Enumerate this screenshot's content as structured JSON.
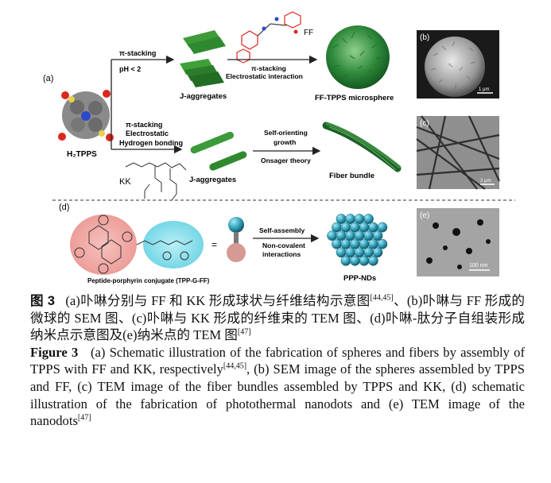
{
  "figure": {
    "panel_a": "(a)",
    "panel_b": "(b)",
    "panel_c": "(c)",
    "panel_d": "(d)",
    "panel_e": "(e)",
    "tpps_label": "H₂TPPS",
    "kk_label": "KK",
    "ff_label": "FF",
    "top_arrow": {
      "line1": "π-stacking",
      "line2": "pH < 2"
    },
    "top_j_label": "J-aggregates",
    "top_arrow2": {
      "line1": "π-stacking",
      "line2": "Electrostatic interaction"
    },
    "microsphere_label": "FF-TPPS microsphere",
    "mid_arrow": {
      "line1": "π-stacking",
      "line2": "Electrostatic",
      "line3": "Hydrogen bonding"
    },
    "mid_j_label": "J-aggregates",
    "mid_arrow2": {
      "line1": "Self-orienting",
      "line2": "growth",
      "line3": "Onsager theory"
    },
    "fiber_label": "Fiber bundle",
    "conjugate_label": "Peptide-porphyrin conjugate (TPP-G-FF)",
    "equals": "=",
    "bottom_arrow": {
      "line1": "Self-assembly",
      "line2": "Non-covalent",
      "line3": "interactions"
    },
    "nd_label": "PPP-NDs",
    "scale_b": "1 μm",
    "scale_c": "2 μm",
    "scale_e": "100 nm"
  },
  "caption": {
    "zh_label": "图 3",
    "zh_text_1": "(a)卟啉分别与 FF 和 KK 形成球状与纤维结构示意图",
    "zh_ref_1": "[44,45]",
    "zh_text_2": "、(b)卟啉与 FF 形成的微球的 SEM 图、(c)卟啉与 KK 形成的纤维束的 TEM 图、(d)卟啉-肽分子自组装形成纳米点示意图及(e)纳米点的 TEM 图",
    "zh_ref_2": "[47]",
    "en_label": "Figure 3",
    "en_text_1": "(a) Schematic illustration of the fabrication of spheres and fibers by assembly of TPPS with FF and KK, respectively",
    "en_ref_1": "[44,45]",
    "en_text_2": ", (b) SEM image of the spheres assembled by TPPS and FF, (c) TEM image of the fiber bundles assembled by TPPS and KK, (d) schematic illustration of the fabrication of photothermal nanodots and (e) TEM image of the nanodots",
    "en_ref_2": "[47]"
  }
}
